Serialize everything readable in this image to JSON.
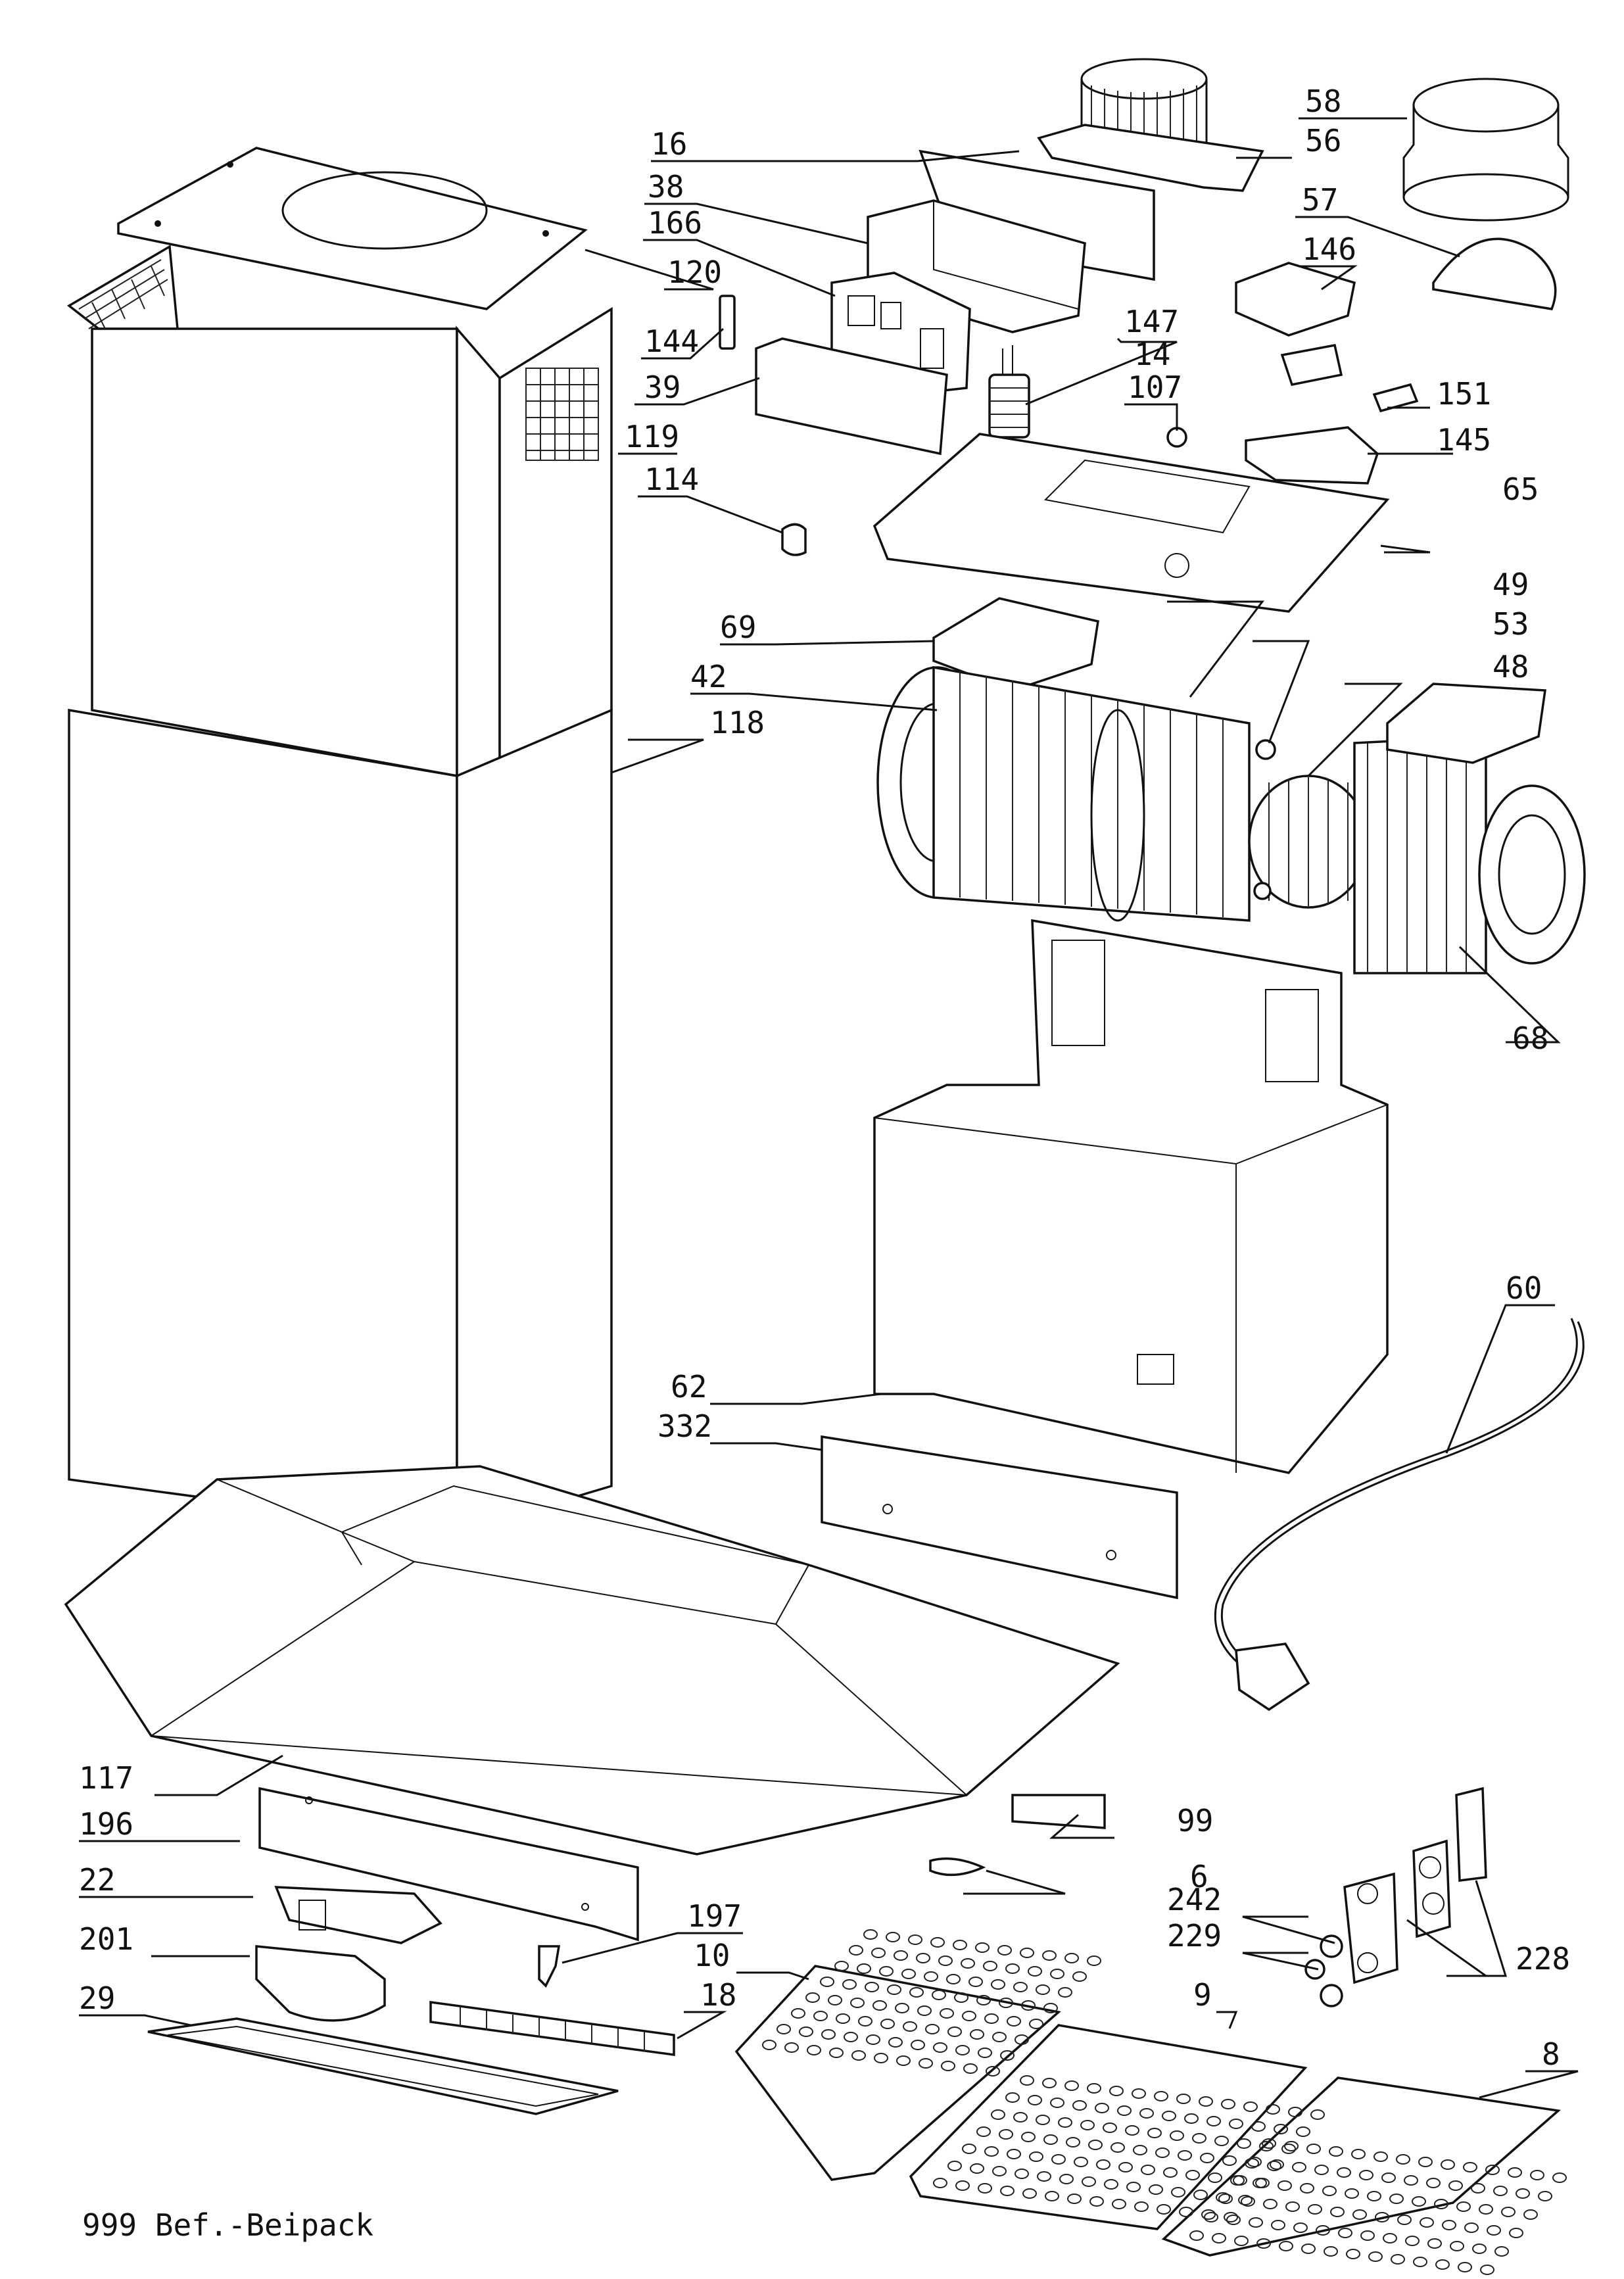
{
  "diagram": {
    "labels": {
      "p16": "16",
      "p38": "38",
      "p166": "166",
      "p120": "120",
      "p144": "144",
      "p39": "39",
      "p119": "119",
      "p114": "114",
      "p58": "58",
      "p56": "56",
      "p57": "57",
      "p146": "146",
      "p147": "147",
      "p14": "14",
      "p107": "107",
      "p151": "151",
      "p145": "145",
      "p65": "65",
      "p69": "69",
      "p49": "49",
      "p42": "42",
      "p53": "53",
      "p118": "118",
      "p48": "48",
      "p68": "68",
      "p60": "60",
      "p62": "62",
      "p332": "332",
      "p117": "117",
      "p99": "99",
      "p196": "196",
      "p6": "6",
      "p22": "22",
      "p242": "242",
      "p197": "197",
      "p229": "229",
      "p228": "228",
      "p201": "201",
      "p10": "10",
      "p18": "18",
      "p9": "9",
      "p29": "29",
      "p8": "8"
    },
    "footer_note": "999 Bef.-Beipack"
  }
}
